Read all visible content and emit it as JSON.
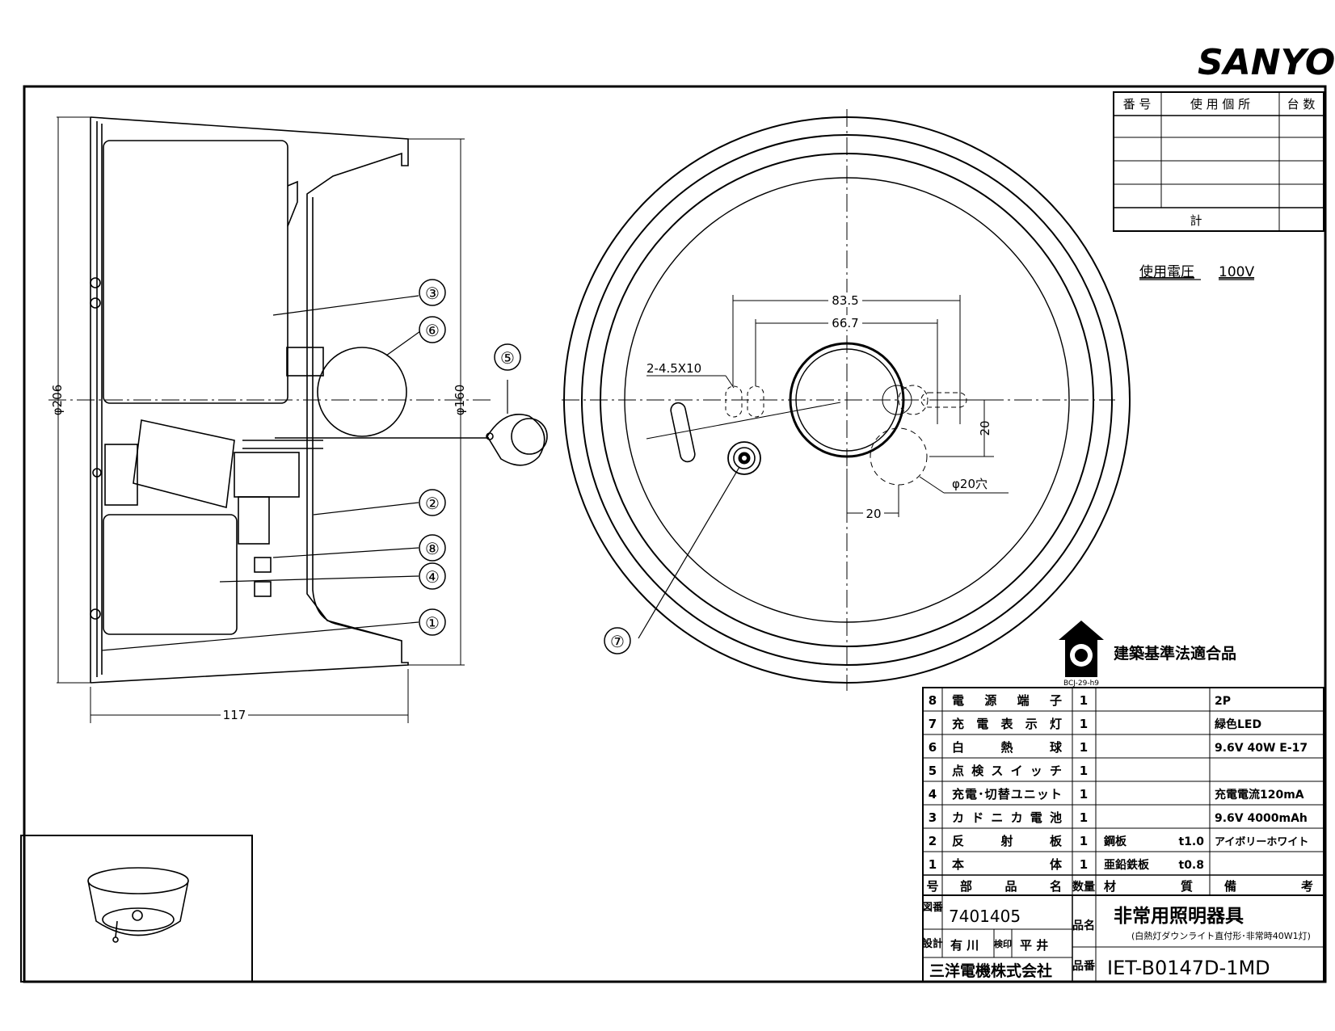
{
  "brand": "SANYO",
  "usage_table": {
    "headers": [
      "番 号",
      "使 用 個 所",
      "台 数"
    ],
    "total_label": "計"
  },
  "voltage": {
    "label": "使用電圧",
    "value": "100V"
  },
  "cert": {
    "text": "建築基準法適合品",
    "code": "BCJ-29-h9"
  },
  "dimensions": {
    "d206": "φ206",
    "d160": "φ160",
    "w117": "117",
    "w83_5": "83.5",
    "w66_7": "66.7",
    "holes": "2-4.5X10",
    "h20": "20",
    "w20": "20",
    "hole20": "φ20穴"
  },
  "callouts": [
    "①",
    "②",
    "③",
    "④",
    "⑤",
    "⑥",
    "⑦",
    "⑧"
  ],
  "parts": [
    {
      "no": "8",
      "name": "電 源 端 子",
      "qty": "1",
      "material": "",
      "mat_spec": "",
      "note": "2P"
    },
    {
      "no": "7",
      "name": "充 電 表 示 灯",
      "qty": "1",
      "material": "",
      "mat_spec": "",
      "note": "緑色LED"
    },
    {
      "no": "6",
      "name": "白 熱 球",
      "qty": "1",
      "material": "",
      "mat_spec": "",
      "note": "9.6V 40W E-17"
    },
    {
      "no": "5",
      "name": "点 検 ス イ ッ チ",
      "qty": "1",
      "material": "",
      "mat_spec": "",
      "note": ""
    },
    {
      "no": "4",
      "name": "充電･切替ユニット",
      "qty": "1",
      "material": "",
      "mat_spec": "",
      "note": "充電電流120mA"
    },
    {
      "no": "3",
      "name": "カ ド ニ カ 電 池",
      "qty": "1",
      "material": "",
      "mat_spec": "",
      "note": "9.6V 4000mAh"
    },
    {
      "no": "2",
      "name": "反 射 板",
      "qty": "1",
      "material": "鋼板",
      "mat_spec": "t1.0",
      "note": "アイボリーホワイト"
    },
    {
      "no": "1",
      "name": "本 体",
      "qty": "1",
      "material": "亜鉛鉄板",
      "mat_spec": "t0.8",
      "note": ""
    }
  ],
  "parts_header": {
    "no": "号",
    "name": "部 品 名",
    "qty": "数量",
    "material": "材 質",
    "note": "備 考"
  },
  "title_block": {
    "drawing_no_label": "図番",
    "drawing_no": "7401405",
    "design_label": "設計",
    "designer": "有 川",
    "check_label": "検印",
    "checker": "平 井",
    "company": "三洋電機株式会社",
    "name_label": "品名",
    "product_name": "非常用照明器具",
    "product_sub": "(白熱灯ダウンライト直付形･非常時40W1灯)",
    "model_label": "品番",
    "model_no": "IET-B0147D-1MD"
  }
}
